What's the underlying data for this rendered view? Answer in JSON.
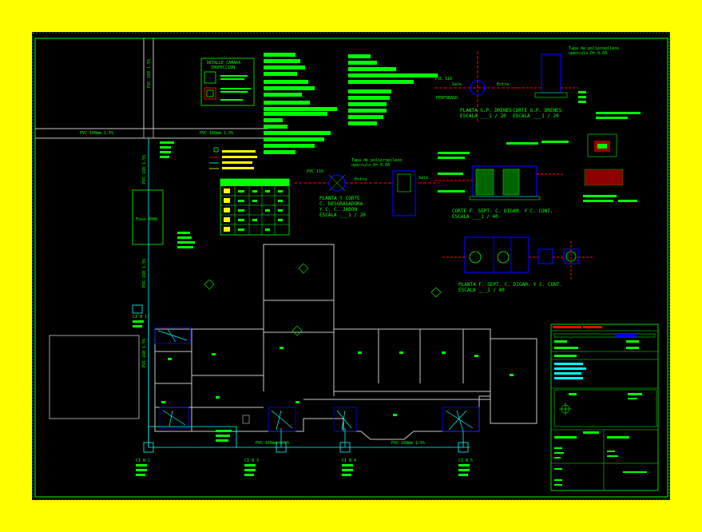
{
  "colors": {
    "background": "#ffff00",
    "sheet": "#000000",
    "frame": "#00ff00",
    "walls": "#c8c8c8",
    "pipes": "#00ffff",
    "accent": "#ff0000",
    "fixtures": "#0000ff",
    "text_green": "#00ff00",
    "text_yellow": "#ffff00"
  },
  "labels": {
    "camera_title_1": "DETALLE CAMARA",
    "camera_title_2": "INSPECCION",
    "pipe_top_left": "PVC 160mm 1.5%",
    "pipe_top_right": "PVC 160mm 1.5%",
    "pipe_vertical": "PVC 160 1.5%",
    "chamber_1": "CI N 1",
    "chamber_2": "CI N 2",
    "chamber_3": "CI N 3",
    "chamber_4": "CI N 4",
    "chamber_5": "CI N 5",
    "fosa": "Fosa 3000",
    "pvc110_a": "PVC 110",
    "pvc110_b": "PVC 110",
    "entra": "Entra",
    "sale": "Sale",
    "perforado": "PERFORADO",
    "tapa_1": "Tapa de polipropileno",
    "tapa_2": "operculo D= 0.60",
    "planta_drenes_1": "PLANTA G.P. DRENES",
    "planta_drenes_2": "ESCALA ___1 / 20",
    "corte_drenes_1": "CORTE G.P. DRENES",
    "corte_drenes_2": "ESCALA ___1 / 20",
    "planta_corte_1": "PLANTA Y CORTE",
    "planta_corte_2": "C. DESGRASADORA",
    "planta_corte_3": "Y C. C. JABON",
    "planta_corte_4": "ESCALA ___1 / 20",
    "corte_fosa_1": "CORTE F. SEPT. C. DIGAM. Y C. CONT.",
    "corte_fosa_2": "ESCALA ___1 / 40",
    "planta_fosa_1": "PLANTA F. SEPT. C. DIGAM. Y C. CONT.",
    "planta_fosa_2": "ESCALA ___1 / 40",
    "bottom_pipe_1": "PVC 160mm 1.5%",
    "bottom_pipe_2": "PVC 160mm 1.5%"
  }
}
